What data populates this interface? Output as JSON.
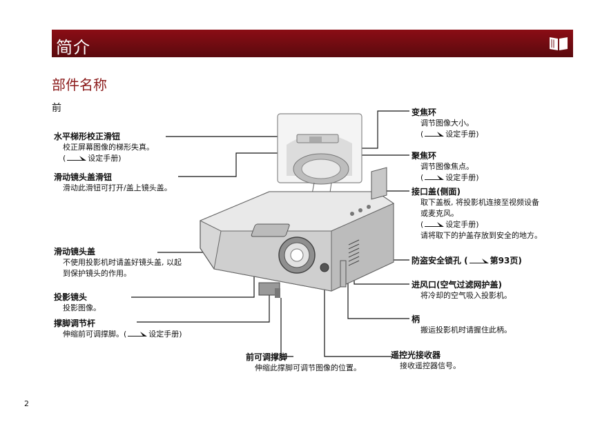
{
  "header": {
    "title": "简介"
  },
  "section_title": "部件名称",
  "subsection": "前",
  "page_number": "2",
  "labels": {
    "keystone": {
      "title": "水平梯形校正滑钮",
      "desc": "校正屏幕图像的梯形失真。",
      "ref": "设定手册)"
    },
    "lens_cover_slider": {
      "title": "滑动镜头盖滑钮",
      "desc": "滑动此滑钮可打开/盖上镜头盖。"
    },
    "lens_cover": {
      "title": "滑动镜头盖",
      "desc1": "不使用投影机时请盖好镜头盖, 以起",
      "desc2": "到保护镜头的作用。"
    },
    "lens": {
      "title": "投影镜头",
      "desc": "投影图像。"
    },
    "foot_lever": {
      "title": "撑脚调节杆",
      "desc": "伸缩前可调撑脚。(",
      "ref": "设定手册)"
    },
    "front_foot": {
      "title": "前可调撑脚",
      "desc": "伸缩此撑脚可调节图像的位置。"
    },
    "remote_sensor": {
      "title": "遥控光接收器",
      "desc": "接收遥控器信号。"
    },
    "zoom": {
      "title": "变焦环",
      "desc": "调节图像大小。",
      "ref": "设定手册)"
    },
    "focus": {
      "title": "聚焦环",
      "desc": "调节图像焦点。",
      "ref": "设定手册)"
    },
    "port_cover": {
      "title": "接口盖(侧面)",
      "desc1": "取下盖板, 将投影机连接至视频设备",
      "desc2": "或麦克风。",
      "ref": "设定手册)",
      "desc3": "请将取下的护盖存放到安全的地方。"
    },
    "security": {
      "title": "防盗安全锁孔 (",
      "ref": "第93页)"
    },
    "intake": {
      "title": "进风口(空气过滤网护盖)",
      "desc": "将冷却的空气吸入投影机。"
    },
    "handle": {
      "title": "柄",
      "desc": "搬运投影机时请握住此柄。"
    }
  },
  "colors": {
    "header_bar": "#6e0b12",
    "section_title": "#8b1a1a"
  },
  "icons": [
    "book-icon",
    "reference-arrow-icon"
  ]
}
